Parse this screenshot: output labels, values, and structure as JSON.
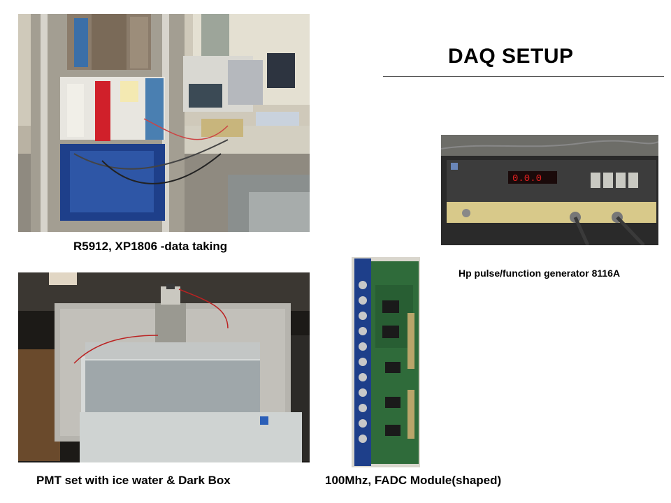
{
  "slide": {
    "title": "DAQ SETUP"
  },
  "photos": {
    "rack": {
      "caption": "R5912, XP1806 -data taking"
    },
    "generator": {
      "caption": "Hp pulse/function generator 8116A"
    },
    "pmt": {
      "caption": "PMT set with ice water & Dark Box"
    },
    "fadc": {
      "caption": "100Mhz, FADC Module(shaped)"
    }
  },
  "colors": {
    "rack_blue": "#1e3f8a",
    "module_red": "#d0202a",
    "panel_yellow": "#d8c98a",
    "pcb_green": "#2f6b3a",
    "display_red": "#e02020"
  }
}
